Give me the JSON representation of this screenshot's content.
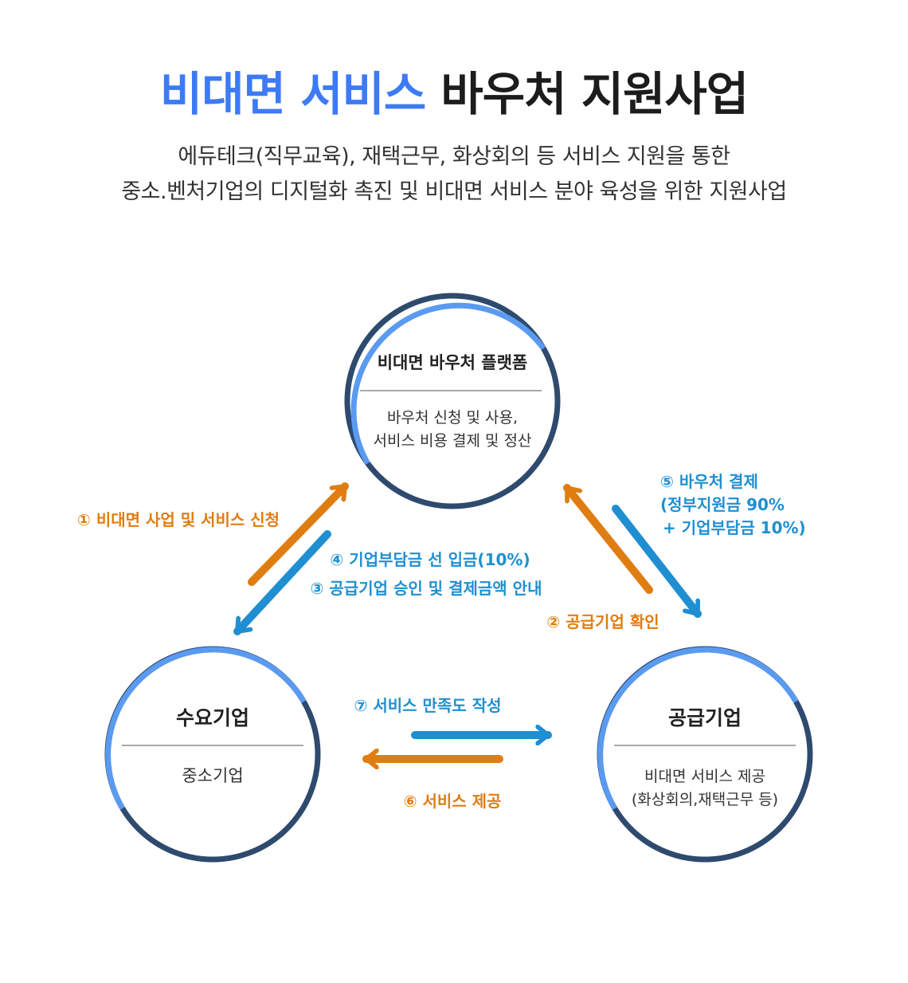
{
  "header": {
    "title_accent": "비대면 서비스",
    "title_rest": "바우처 지원사업",
    "subtitle_line1": "에듀테크(직무교육), 재택근무, 화상회의 등 서비스 지원을 통한",
    "subtitle_line2": "중소.벤처기업의 디지털화 촉진 및 비대면 서비스 분야 육성을 위한 지원사업"
  },
  "nodes": {
    "platform": {
      "title": "비대면 바우처 플랫폼",
      "desc_line1": "바우처 신청 및 사용,",
      "desc_line2": "서비스 비용 결제 및 정산"
    },
    "demand": {
      "title": "수요기업",
      "desc": "중소기업"
    },
    "supply": {
      "title": "공급기업",
      "desc_line1": "비대면 서비스 제공",
      "desc_line2": "(화상회의,재택근무 등)"
    }
  },
  "steps": {
    "step1": "① 비대면 사업 및 서비스 신청",
    "step2": "② 공급기업 확인",
    "step3": "③ 공급기업 승인 및 결제금액 안내",
    "step4": "④ 기업부담금 선 입금(10%)",
    "step5_line1": "⑤ 바우처 결제",
    "step5_line2": "(정부지원금 90%",
    "step5_line3": "+ 기업부담금 10%)",
    "step6": "⑥ 서비스 제공",
    "step7": "⑦ 서비스 만족도 작성"
  },
  "colors": {
    "accent_blue": "#3d7af5",
    "arrow_orange": "#e07d12",
    "arrow_blue": "#1f8fd1",
    "ring_light": "#5a9af0",
    "ring_dark": "#2e4a6e"
  },
  "icons": {
    "arrows": "arrow-icon"
  }
}
